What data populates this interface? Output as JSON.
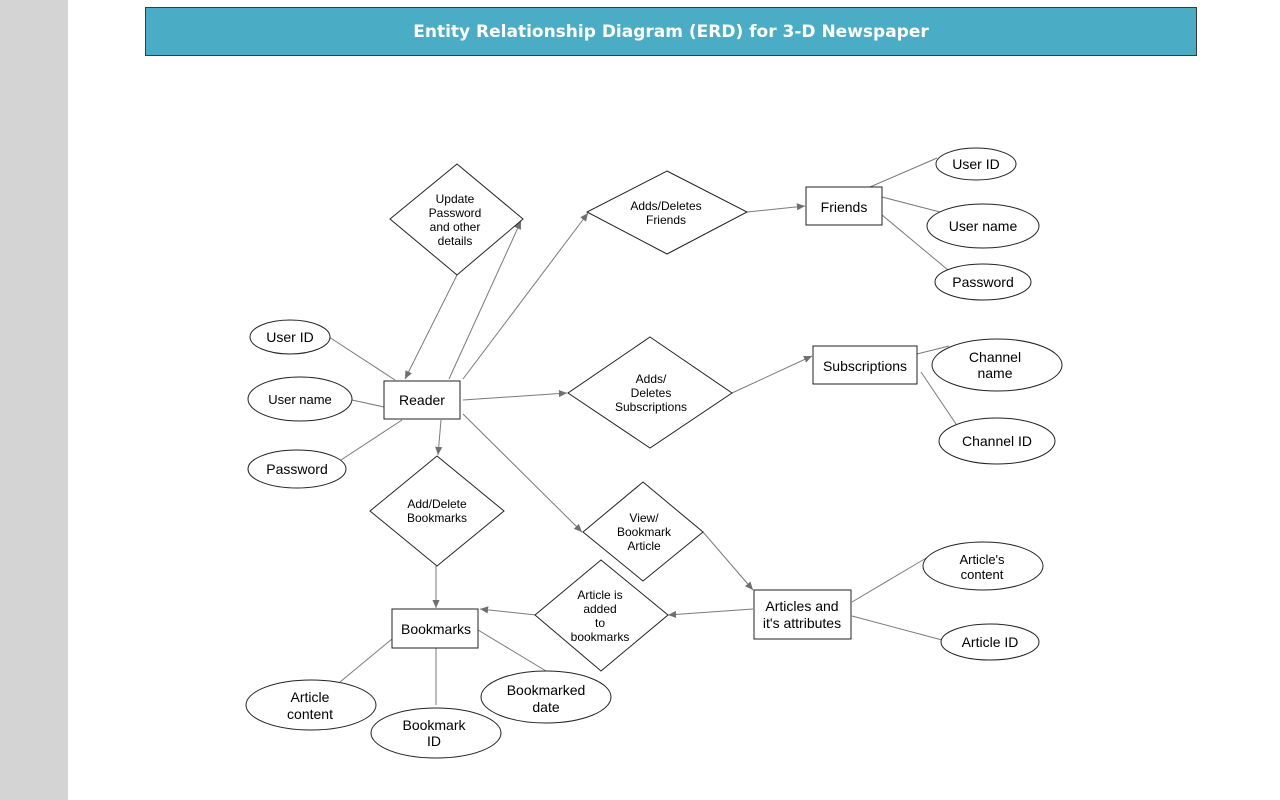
{
  "title": "Entity Relationship Diagram (ERD) for 3-D Newspaper",
  "colors": {
    "title_bar": "#4bacc6",
    "title_text": "#ffffff",
    "gutter": "#d4d4d4",
    "line": "#7a7a7a"
  },
  "entities": {
    "reader": "Reader",
    "friends": "Friends",
    "subscriptions": "Subscriptions",
    "articles": [
      "Articles and",
      "it's attributes"
    ],
    "bookmarks": "Bookmarks"
  },
  "relationships": {
    "update_password": [
      "Update",
      "Password",
      "and other",
      "details"
    ],
    "adds_deletes_friends": [
      "Adds/Deletes",
      "Friends"
    ],
    "adds_deletes_subscriptions": [
      "Adds/",
      "Deletes",
      "Subscriptions"
    ],
    "view_bookmark_article": [
      "View/",
      "Bookmark",
      "Article"
    ],
    "add_delete_bookmarks": [
      "Add/Delete",
      "Bookmarks"
    ],
    "article_added_to_bookmarks": [
      "Article is",
      "added",
      "to",
      "bookmarks"
    ]
  },
  "attributes": {
    "reader_user_id": "User ID",
    "reader_user_name": "User name",
    "reader_password": "Password",
    "friends_user_id": "User ID",
    "friends_user_name": "User name",
    "friends_password": "Password",
    "channel_name": [
      "Channel",
      "name"
    ],
    "channel_id": "Channel ID",
    "article_content_right": [
      "Article's",
      "content"
    ],
    "article_id": "Article ID",
    "bookmark_article_content": [
      "Article",
      "content"
    ],
    "bookmark_id": [
      "Bookmark",
      "ID"
    ],
    "bookmarked_date": [
      "Bookmarked",
      "date"
    ]
  }
}
